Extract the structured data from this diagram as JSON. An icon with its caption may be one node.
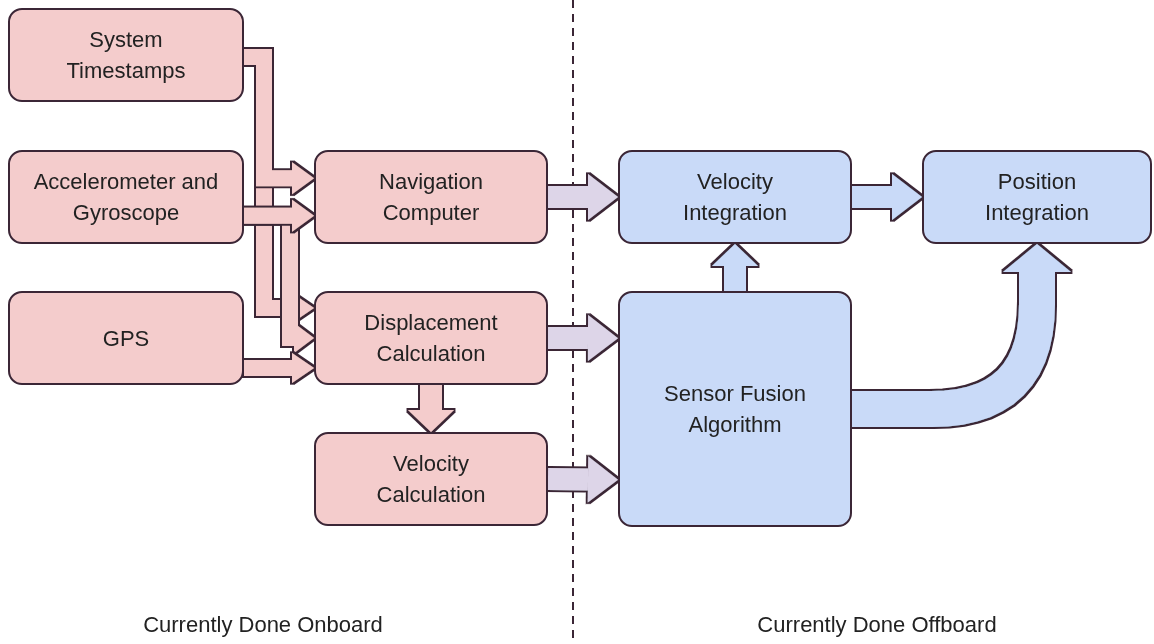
{
  "diagram": {
    "nodes": [
      {
        "text": [
          "System Timestamps"
        ]
      },
      {
        "text": [
          "Accelerometer and Gyroscope"
        ]
      },
      {
        "text": [
          "GPS"
        ]
      },
      {
        "text": [
          "Navigation Computer"
        ]
      },
      {
        "text": [
          "Displacement Calculation"
        ]
      },
      {
        "text": [
          "Velocity Calculation"
        ]
      },
      {
        "text": [
          "Velocity Integration"
        ]
      },
      {
        "text": [
          "Position Integration"
        ]
      },
      {
        "text": [
          "Sensor Fusion Algorithm"
        ]
      }
    ],
    "edges": [
      {
        "from": 0,
        "to": 3,
        "arrow": "to"
      },
      {
        "from": 1,
        "to": 3,
        "arrow": "to"
      },
      {
        "from": 0,
        "to": 4,
        "arrow": "to"
      },
      {
        "from": 1,
        "to": 4,
        "arrow": "to"
      },
      {
        "from": 2,
        "to": 4,
        "arrow": "to"
      },
      {
        "from": 3,
        "to": 6,
        "arrow": "to",
        "color": "#ddd5e8"
      },
      {
        "from": 4,
        "to": 8,
        "arrow": "to",
        "color": "#ddd5e8"
      },
      {
        "from": 4,
        "to": 5,
        "arrow": "to"
      },
      {
        "from": 5,
        "to": 8,
        "arrow": "to",
        "color": "#ddd5e8"
      },
      {
        "from": 8,
        "to": 6,
        "arrow": "to",
        "color": "#c9daf8"
      },
      {
        "from": 6,
        "to": 7,
        "arrow": "to",
        "color": "#c9daf8"
      },
      {
        "from": 8,
        "to": 7,
        "arrow": "to",
        "color": "#c9daf8"
      }
    ],
    "labels": [
      "Currently Done Onboard",
      "Currently Done Offboard"
    ]
  }
}
